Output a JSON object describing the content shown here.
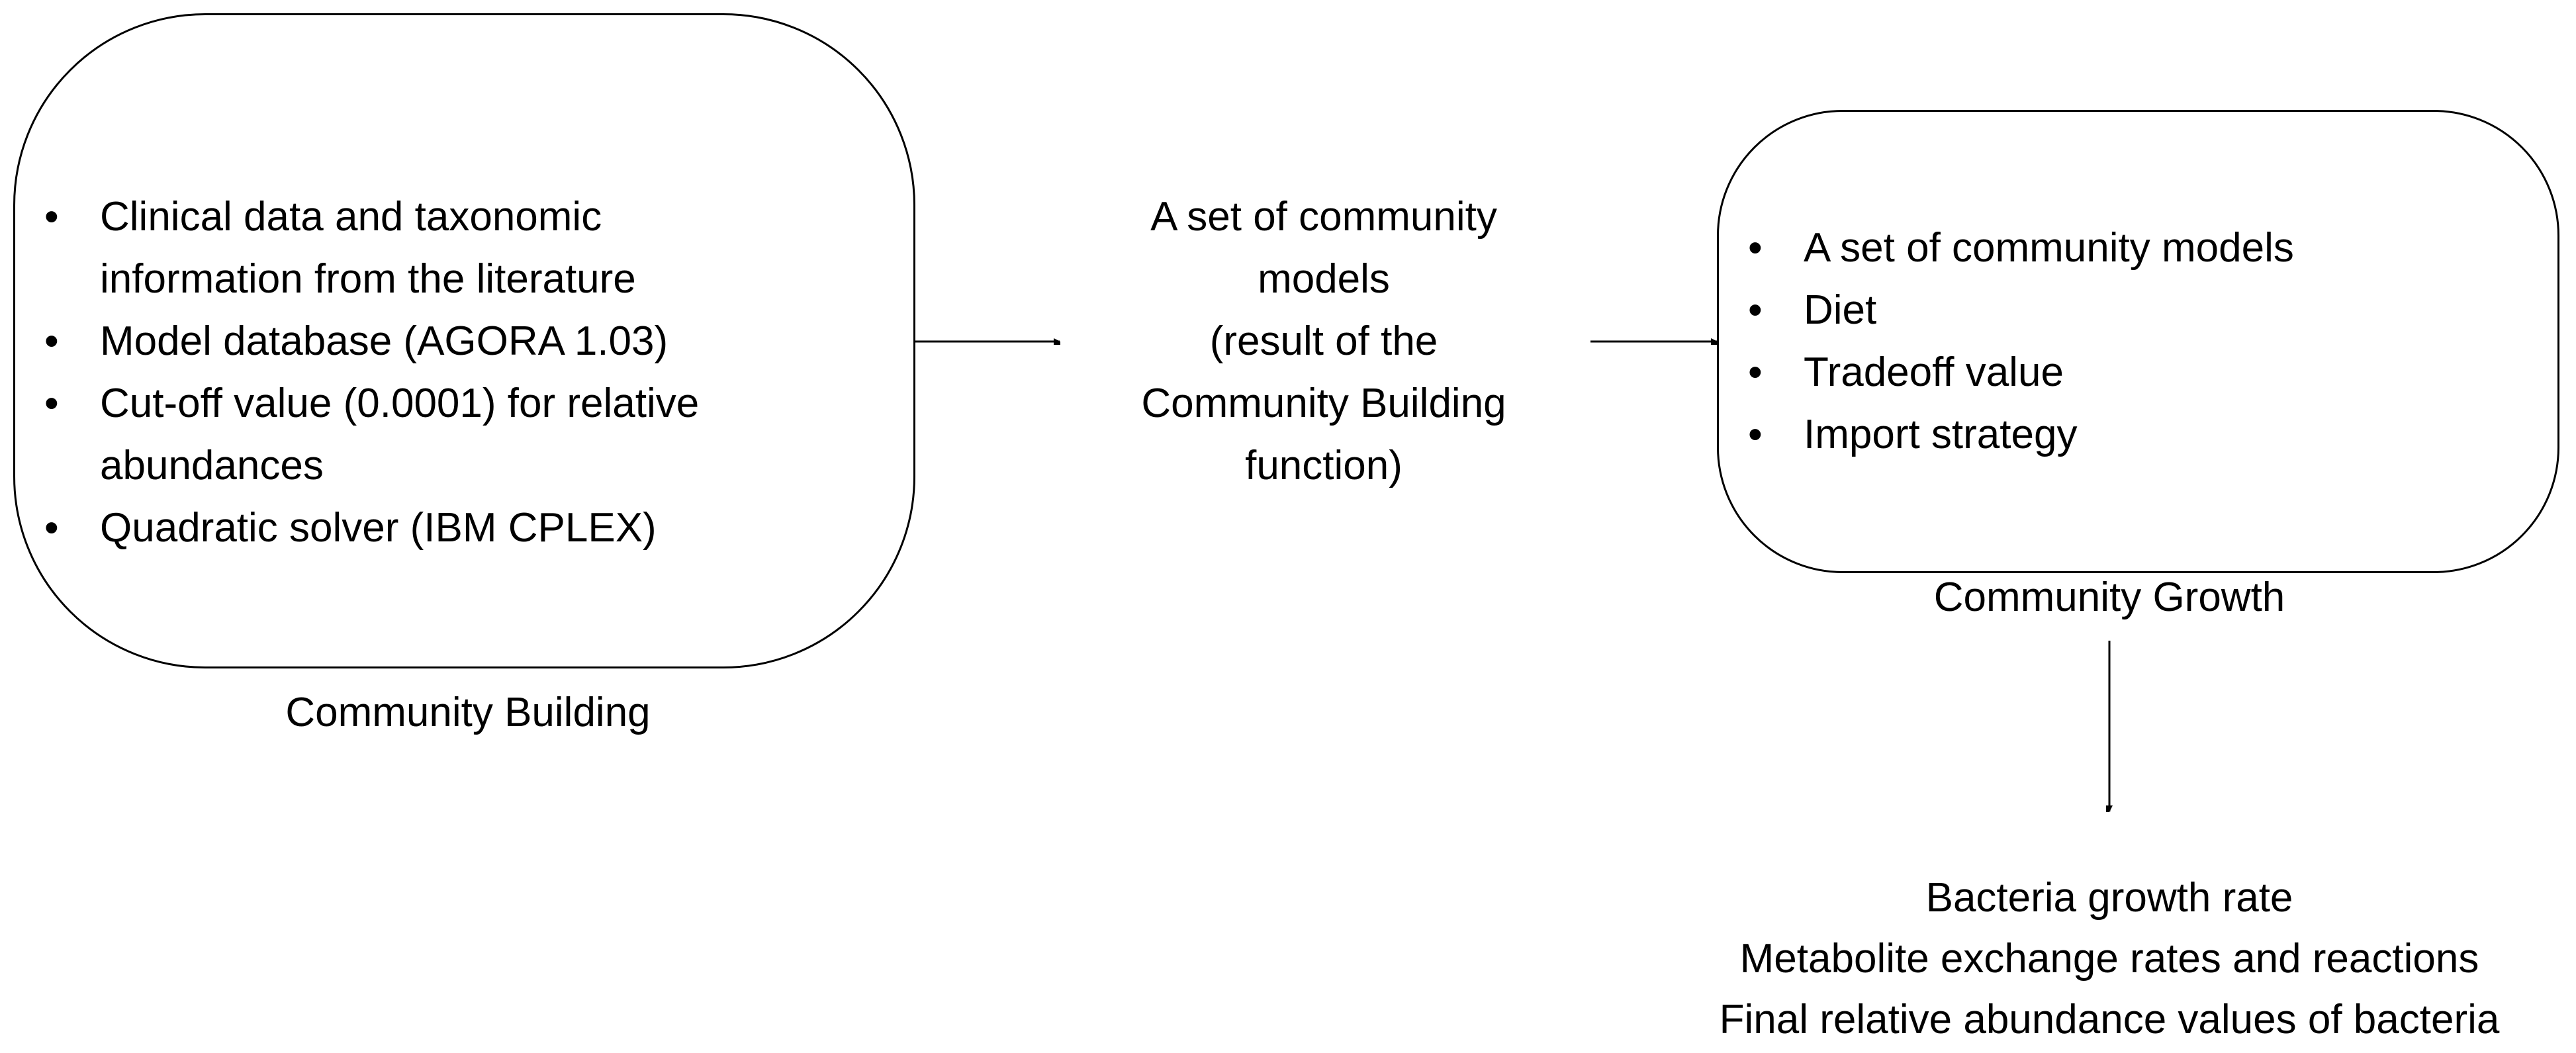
{
  "community_building": {
    "label": "Community Building",
    "inputs": [
      [
        "Clinical data and taxonomic",
        "information from the literature"
      ],
      [
        "Model database (AGORA 1.03)"
      ],
      [
        "Cut-off value (0.0001) for relative",
        "abundances"
      ],
      [
        "Quadratic solver (IBM CPLEX)"
      ]
    ]
  },
  "intermediate": {
    "lines": [
      "A set of community",
      "models",
      "(result of the",
      "Community Building",
      "function)"
    ]
  },
  "community_growth": {
    "label": "Community Growth",
    "inputs": [
      "A set of community models",
      "Diet",
      "Tradeoff value",
      "Import strategy"
    ]
  },
  "outputs": {
    "lines": [
      "Bacteria growth rate",
      "Metabolite exchange rates and reactions",
      "Final relative abundance values of bacteria"
    ]
  },
  "bullet_char": "•"
}
